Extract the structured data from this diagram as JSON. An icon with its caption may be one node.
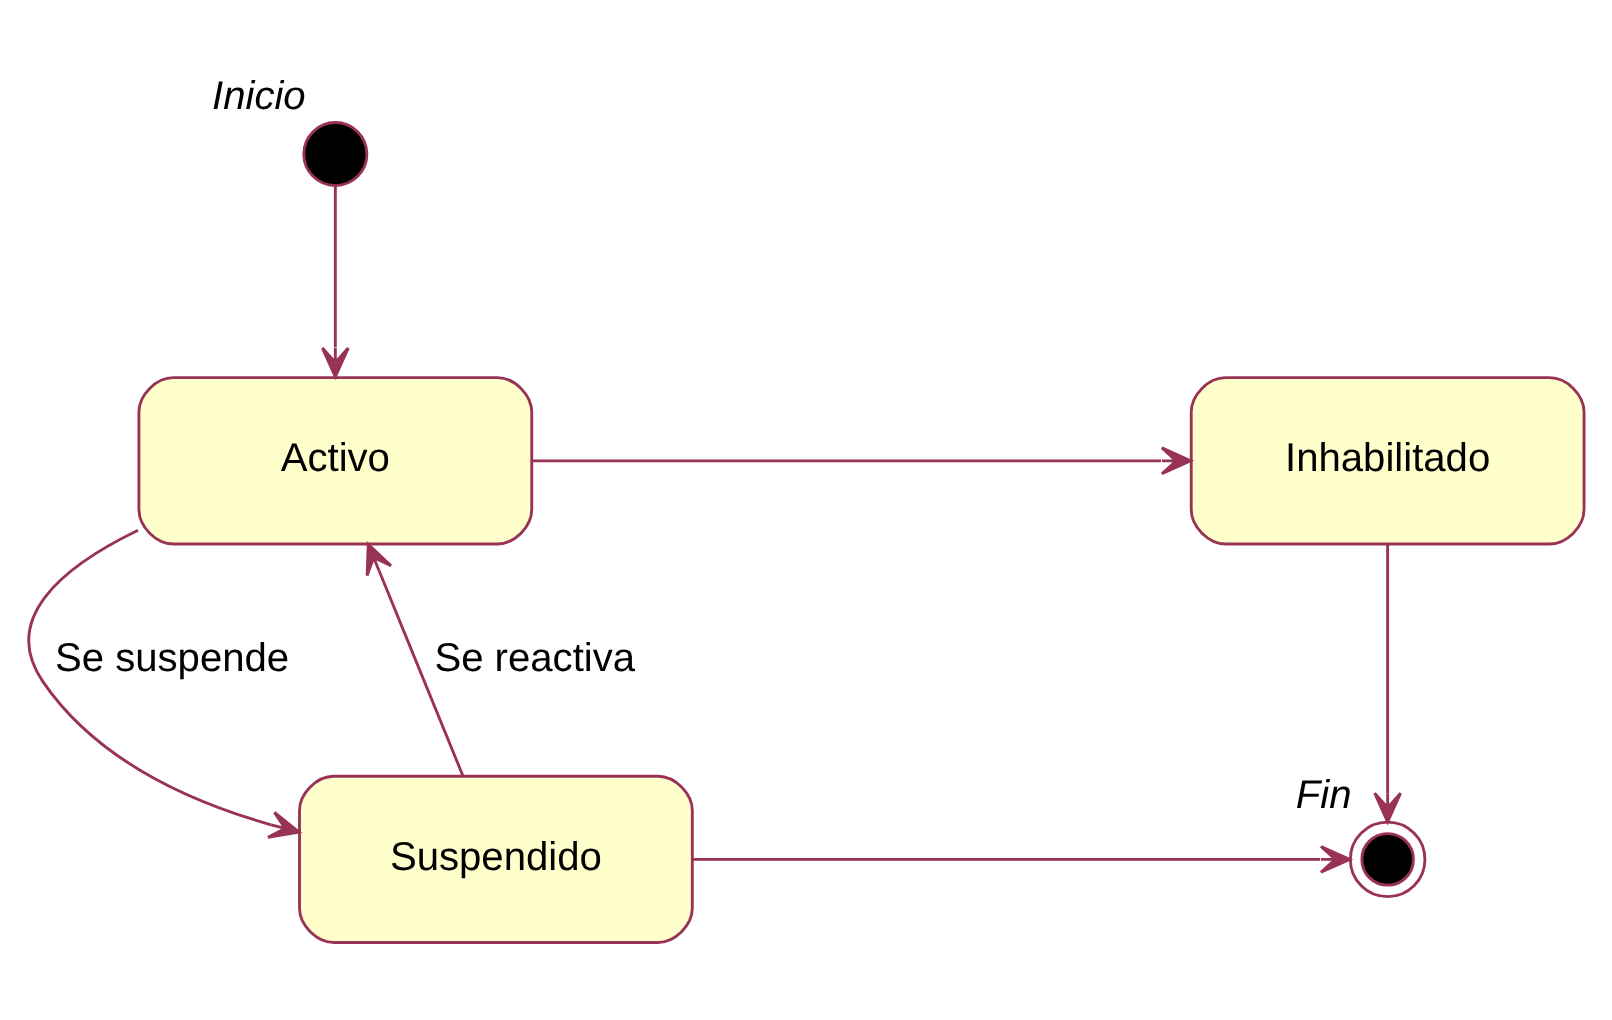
{
  "diagram": {
    "nodes": [
      {
        "text": [],
        "shape": "circle",
        "beside": [
          "Inicio"
        ]
      },
      {
        "text": [
          "Activo"
        ]
      },
      {
        "text": [
          "Inhabilitado"
        ]
      },
      {
        "text": [
          "Suspendido"
        ]
      },
      {
        "text": [],
        "shape": "circle",
        "beside": [
          "Fin"
        ]
      }
    ],
    "edges": [
      {
        "from": 0,
        "to": 1,
        "arrow": "to"
      },
      {
        "from": 1,
        "to": 2,
        "arrow": "to"
      },
      {
        "from": 1,
        "to": 3,
        "arrow": "to",
        "label": "Se suspende"
      },
      {
        "from": 3,
        "to": 1,
        "arrow": "to",
        "label": "Se reactiva"
      },
      {
        "from": 2,
        "to": 4,
        "arrow": "to"
      },
      {
        "from": 3,
        "to": 4,
        "arrow": "to"
      }
    ]
  }
}
